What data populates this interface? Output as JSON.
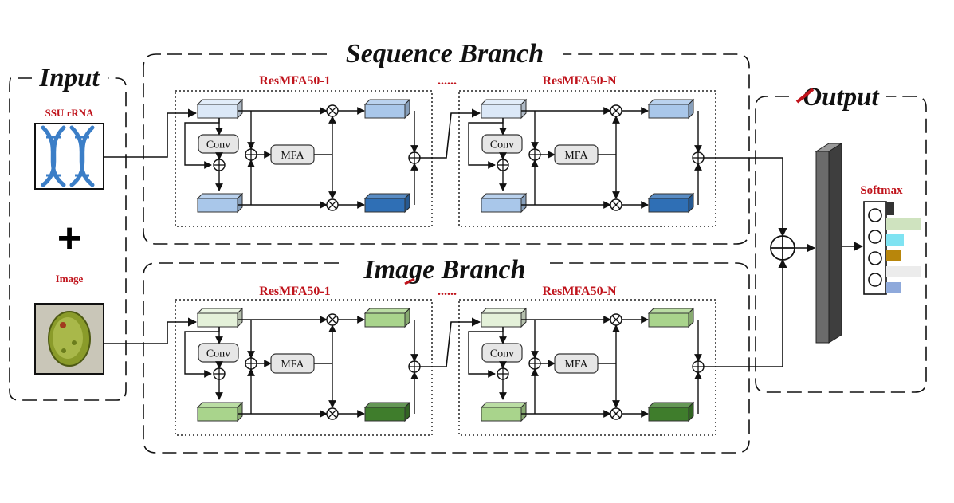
{
  "input": {
    "title": "Input",
    "seq_label": "SSU rRNA",
    "img_label": "Image",
    "plus": "+"
  },
  "sequence_branch": {
    "title": "Sequence Branch",
    "block1_label": "ResMFA50-1",
    "dots": "......",
    "blockN_label": "ResMFA50-N",
    "colors": {
      "light": "#dbe8f7",
      "mid": "#a9c7ea",
      "dark": "#2f6fb5"
    }
  },
  "image_branch": {
    "title": "Image Branch",
    "block1_label": "ResMFA50-1",
    "dots": "......",
    "blockN_label": "ResMFA50-N",
    "colors": {
      "light": "#e4f1d9",
      "mid": "#a9d48c",
      "dark": "#3f7d2c"
    }
  },
  "module": {
    "conv_label": "Conv",
    "mfa_label": "MFA"
  },
  "output": {
    "title": "Output",
    "softmax_label": "Softmax",
    "softmax_colors": [
      "#333333",
      "#cfe3bf",
      "#7fe3f2",
      "#b8860b",
      "#ececec",
      "#8ea9db"
    ]
  }
}
